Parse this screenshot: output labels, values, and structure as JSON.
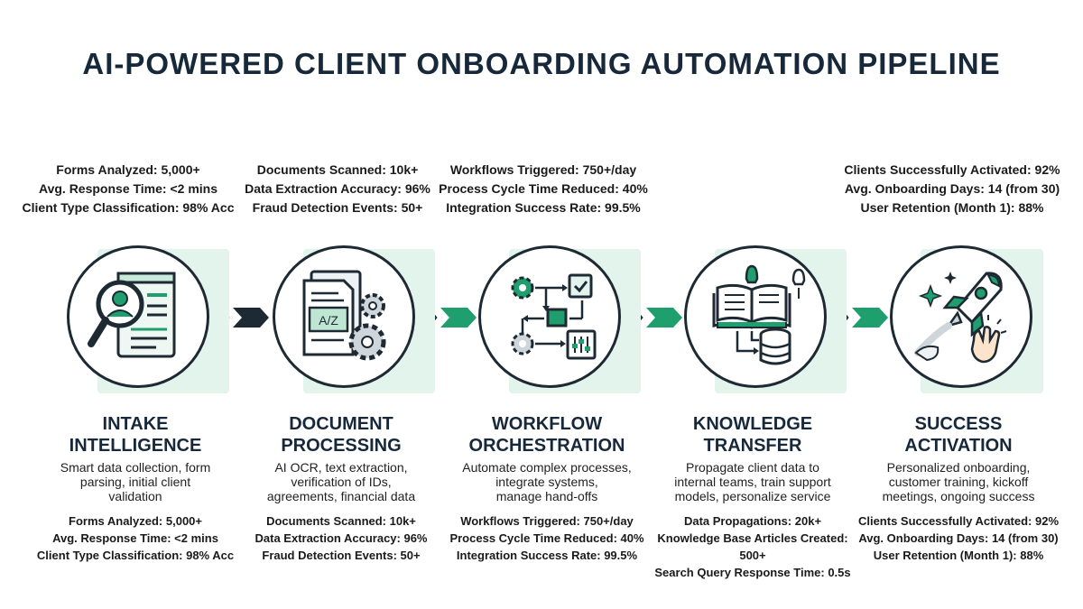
{
  "title": "AI-POWERED CLIENT ONBOARDING AUTOMATION PIPELINE",
  "colors": {
    "navy": "#1e2a33",
    "accent": "#1f9e6e",
    "card": "#e3f4ec"
  },
  "stages": [
    {
      "icon": "profile-magnifier-icon",
      "title_lines": [
        "INTAKE",
        "INTELLIGENCE"
      ],
      "desc_lines": [
        "Smart data collection, form",
        "parsing, initial client",
        "validation"
      ],
      "top_metrics": [
        "Forms Analyzed: 5,000+",
        "Avg. Response Time: <2 mins",
        "Client Type Classification: 98% Acc"
      ],
      "bottom_metrics": [
        "Forms Analyzed: 5,000+",
        "Avg. Response Time: <2 mins",
        "Client Type Classification: 98% Acc"
      ]
    },
    {
      "icon": "document-gears-icon",
      "doc_label": "A/Z",
      "title_lines": [
        "DOCUMENT",
        "PROCESSING"
      ],
      "desc_lines": [
        "AI OCR, text extraction,",
        "verification of IDs,",
        "agreements, financial data"
      ],
      "top_metrics": [
        "Documents Scanned: 10k+",
        "Data Extraction Accuracy: 96%",
        "Fraud Detection Events: 50+"
      ],
      "bottom_metrics": [
        "Documents Scanned: 10k+",
        "Data Extraction Accuracy: 96%",
        "Fraud Detection Events: 50+"
      ]
    },
    {
      "icon": "workflow-diagram-icon",
      "title_lines": [
        "WORKFLOW",
        "ORCHESTRATION"
      ],
      "desc_lines": [
        "Automate complex processes,",
        "integrate systems,",
        "manage hand-offs"
      ],
      "top_metrics": [
        "Workflows Triggered: 750+/day",
        "Process Cycle Time Reduced: 40%",
        "Integration Success Rate: 99.5%"
      ],
      "bottom_metrics": [
        "Workflows Triggered: 750+/day",
        "Process Cycle Time Reduced: 40%",
        "Integration Success Rate: 99.5%"
      ]
    },
    {
      "icon": "book-database-icon",
      "title_lines": [
        "KNOWLEDGE",
        "TRANSFER"
      ],
      "desc_lines": [
        "Propagate client data to",
        "internal teams, train support",
        "models, personalize service"
      ],
      "top_metrics": [],
      "bottom_metrics": [
        "Data Propagations: 20k+",
        "Knowledge Base Articles Created:",
        "500+",
        "Search Query Response Time: 0.5s"
      ]
    },
    {
      "icon": "rocket-launch-icon",
      "title_lines": [
        "SUCCESS",
        "ACTIVATION"
      ],
      "desc_lines": [
        "Personalized onboarding,",
        "customer training, kickoff",
        "meetings, ongoing success"
      ],
      "top_metrics": [
        "Clients Successfully Activated: 92%",
        "Avg. Onboarding Days: 14 (from 30)",
        "User Retention (Month 1): 88%"
      ],
      "bottom_metrics": [
        "Clients Successfully Activated: 92%",
        "Avg. Onboarding Days: 14 (from 30)",
        "User Retention (Month 1): 88%"
      ]
    }
  ]
}
